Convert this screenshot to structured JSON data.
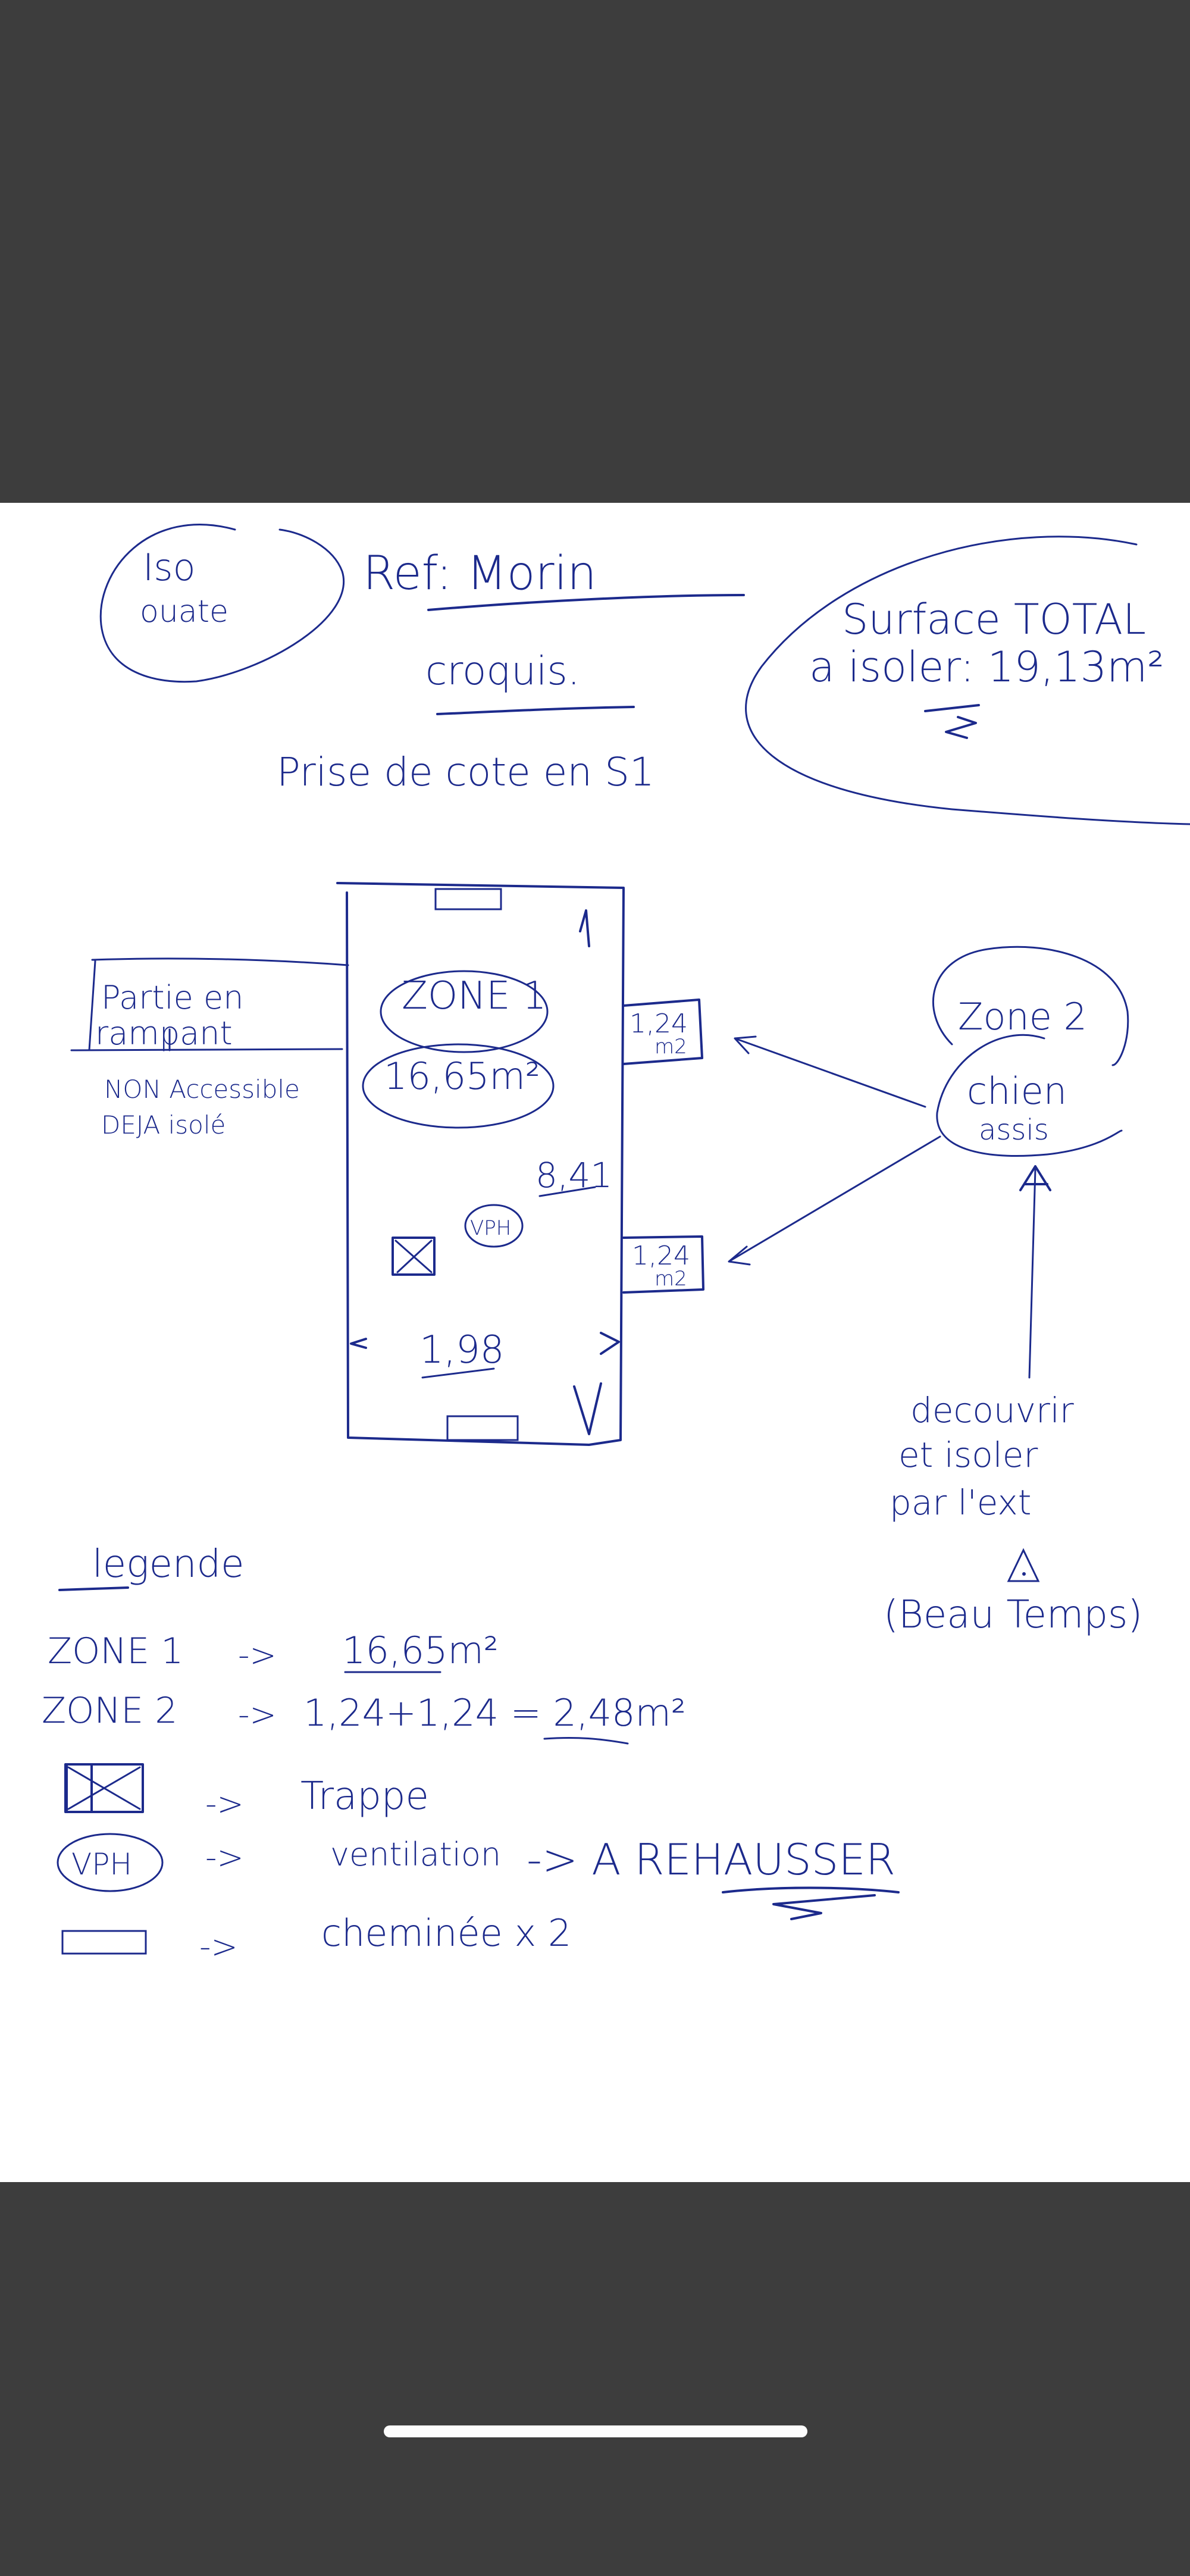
{
  "screen": {
    "accent_ink": "#1c2a8c",
    "letterbox_color": "#3d3d3d",
    "background": "#ffffff"
  },
  "header": {
    "company_badge": [
      "Iso",
      "ouate"
    ],
    "reference": "Ref: Morin",
    "subtitle": "croquis.",
    "measurement_note": "Prise de cote en S1",
    "total_surface_line1": "Surface TOTAL",
    "total_surface_line2": "a isoler: 19,13m²"
  },
  "plan": {
    "zone1_label": "ZONE 1",
    "zone1_area": "16,65m²",
    "length_dimension": "8,41",
    "width_dimension": "1,98",
    "vph_label": "VPH",
    "side_box_top": [
      "1,24",
      "m2"
    ],
    "side_box_bottom": [
      "1,24",
      "m2"
    ],
    "left_note_box": [
      "Partie en",
      "rampant"
    ],
    "left_note_below": [
      "NON Accessible",
      "DEJA isolé"
    ],
    "zone2_label": "Zone 2",
    "zone2_sublabel": [
      "chien",
      "assis"
    ],
    "zone2_instructions": [
      "decouvrir",
      "et isoler",
      "par l'ext"
    ],
    "zone2_warning": "(Beau Temps)",
    "warning_icon": "warning-triangle-icon"
  },
  "legend": {
    "title": "legende",
    "rows": [
      {
        "key": "ZONE 1",
        "arrow": "->",
        "value": "16,65m²"
      },
      {
        "key": "ZONE 2",
        "arrow": "->",
        "value": "1,24+1,24 = 2,48m²"
      },
      {
        "key_icon": "trapdoor-icon",
        "arrow": "->",
        "value": "Trappe"
      },
      {
        "key_icon": "vph-icon",
        "key_text": "VPH",
        "arrow": "->",
        "value": "ventilation",
        "action": "-> A REHAUSSER"
      },
      {
        "key_icon": "chimney-icon",
        "arrow": "->",
        "value": "cheminée x 2"
      }
    ]
  }
}
